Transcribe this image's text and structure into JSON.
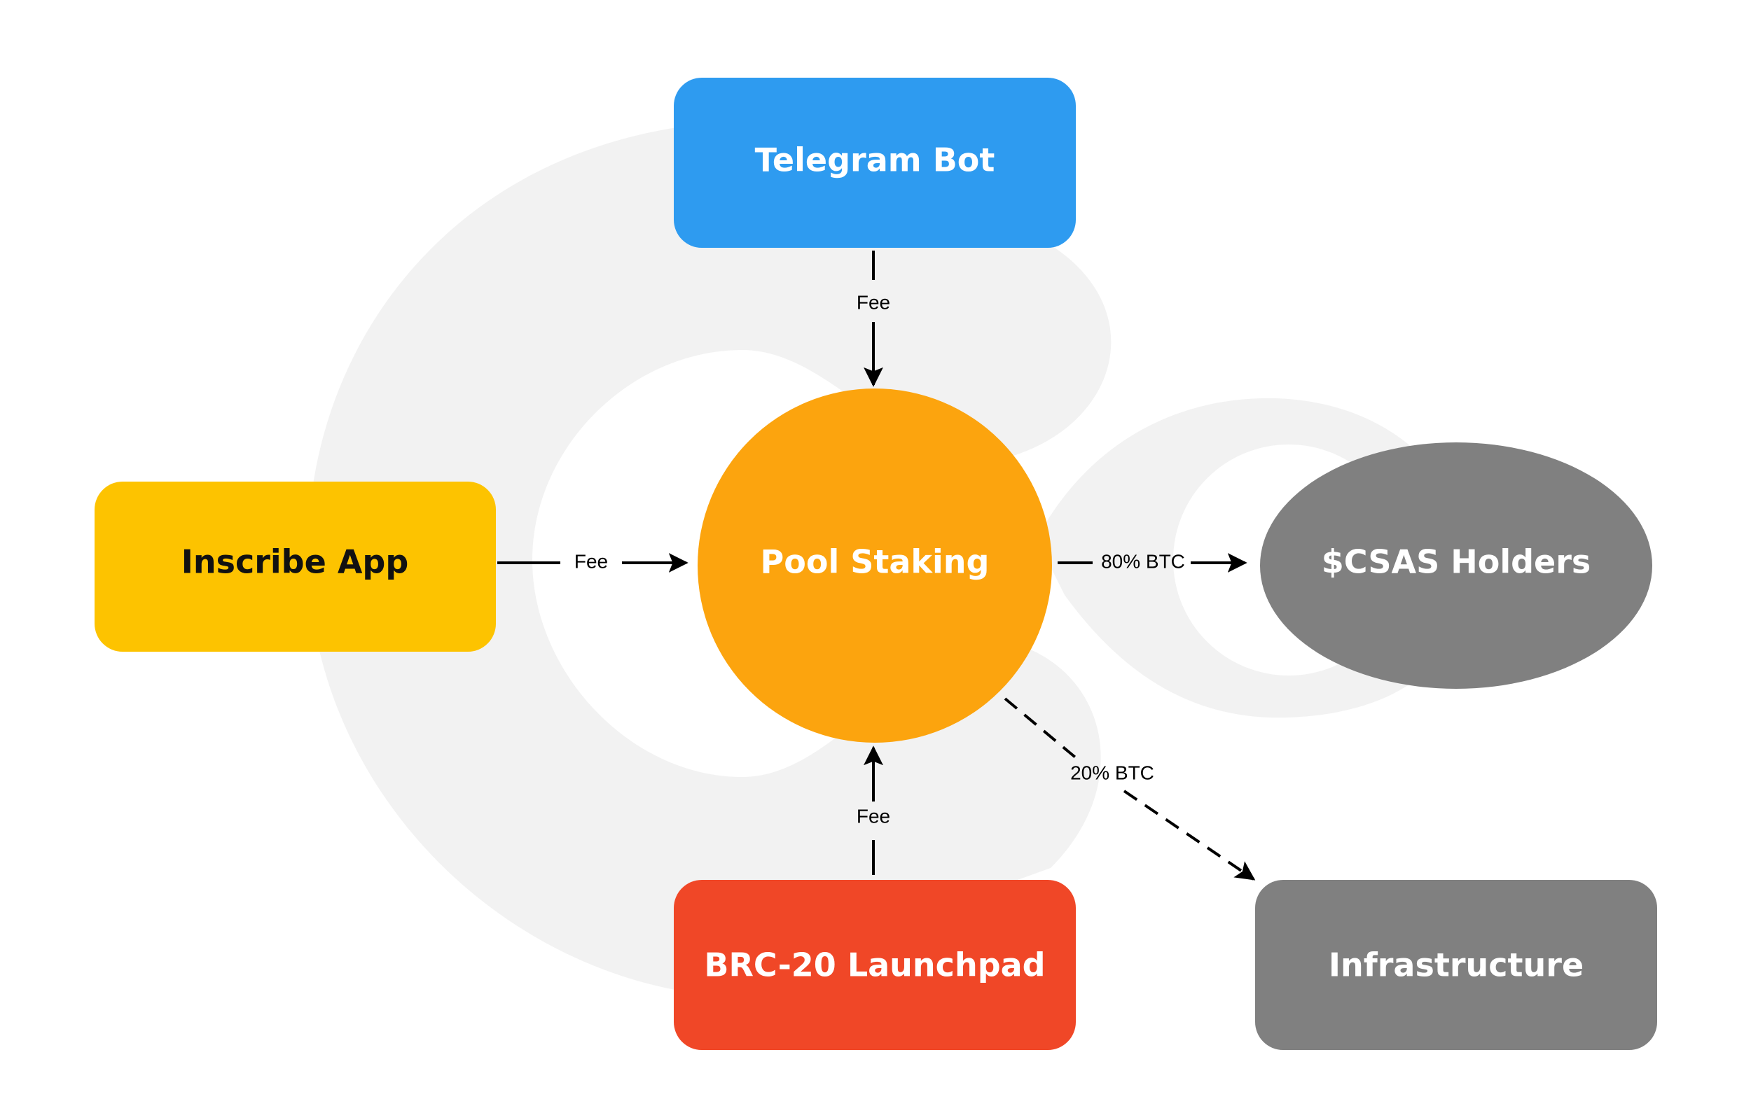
{
  "colors": {
    "telegram": "#2e9bf0",
    "inscribe": "#fdc300",
    "pool": "#fca40e",
    "launchpad": "#f04727",
    "holders": "#808080",
    "infrastructure": "#808080",
    "background_mark": "#f2f2f2"
  },
  "nodes": {
    "telegram": "Telegram Bot",
    "inscribe": "Inscribe App",
    "pool": "Pool Staking",
    "holders": "$CSAS Holders",
    "launchpad": "BRC-20 Launchpad",
    "infrastructure": "Infrastructure"
  },
  "edges": {
    "telegram_pool": "Fee",
    "inscribe_pool": "Fee",
    "launchpad_pool": "Fee",
    "pool_holders": "80% BTC",
    "pool_infrastructure": "20% BTC"
  }
}
